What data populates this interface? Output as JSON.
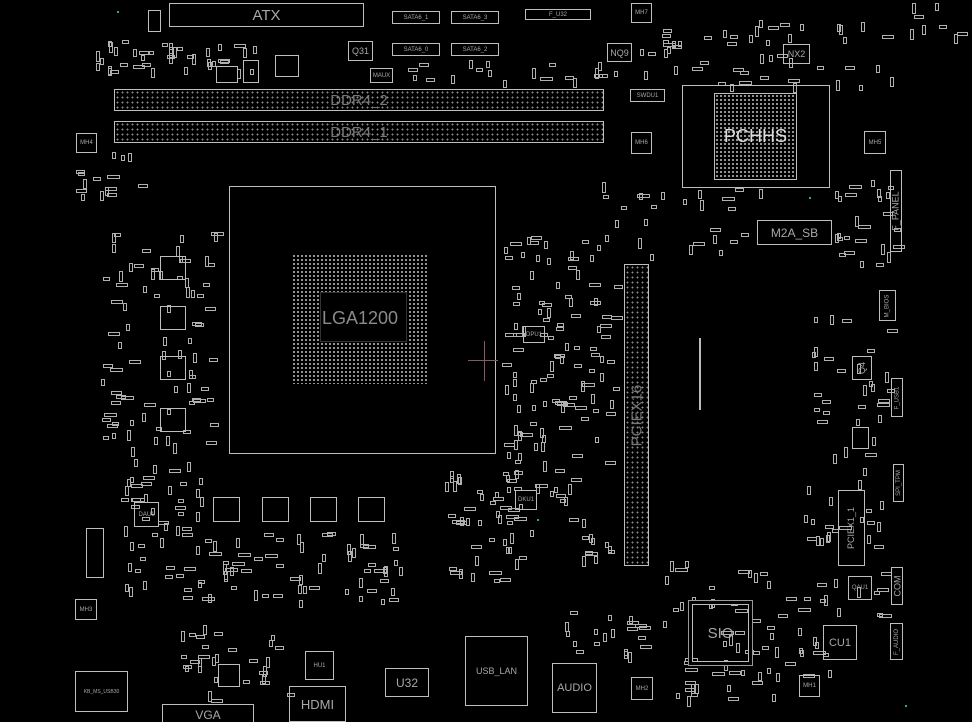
{
  "board": {
    "connectors": {
      "atx": "ATX",
      "sata6_1": "SATA6_1",
      "sata6_3": "SATA6_3",
      "sata6_0": "SATA6_0",
      "sata6_2": "SATA6_2",
      "f_u32": "F_U32",
      "ddr4_2": "DDR4_2",
      "ddr4_1": "DDR4_1",
      "pciex16": "PCIEX16",
      "pciex1_1": "PCIEX1_1",
      "m2a_sb": "M2A_SB",
      "f_panel": "F_PANEL",
      "f_usb1": "F_USB1",
      "spi_tpm": "SPI_TPM",
      "com": "COM",
      "f_audio": "F_AUDIO",
      "m_bios": "M_BIOS",
      "usb_lan": "USB_LAN",
      "audio": "AUDIO",
      "u32": "U32",
      "hdmi": "HDMI",
      "vga": "VGA",
      "kb_ms_usb30": "KB_MS_USB30"
    },
    "chips": {
      "cpu_socket": "LGA1200",
      "pch": "PCHHS",
      "sio": "SIO",
      "cu1": "CU1",
      "q4": "Q4",
      "q31": "Q31",
      "maux": "MAUX",
      "nq9": "NQ9",
      "nx2": "NX2",
      "swdu1": "SWDU1",
      "hu1": "HU1",
      "qau1": "QAU1",
      "dau1": "DAU1",
      "dku1": "DKU1",
      "dpu1": "DPU1"
    },
    "mounting_holes": {
      "mh1": "MH1",
      "mh2": "MH2",
      "mh3": "MH3",
      "mh4": "MH4",
      "mh5": "MH5",
      "mh6": "MH6",
      "mh7": "MH7"
    }
  },
  "colors": {
    "outline": "#bdbdbd",
    "label": "#a8a8a8",
    "cursor": "#8a5a5a",
    "marker": "#22aaaa"
  }
}
